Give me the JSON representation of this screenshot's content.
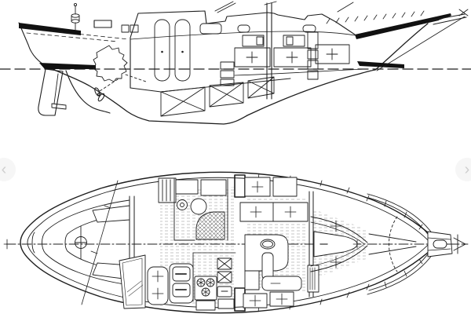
{
  "image": {
    "kind": "sailboat-arrangement-line-drawing",
    "ink_color": "#1e1e1e",
    "paper_color": "#ffffff",
    "views": {
      "top": "profile-inboard-view",
      "bottom": "deck-interior-plan-view"
    }
  },
  "carousel": {
    "prev_icon": "‹",
    "next_icon": "›",
    "button_color": "#f6f6f6",
    "icon_color": "#cfcfcf"
  }
}
